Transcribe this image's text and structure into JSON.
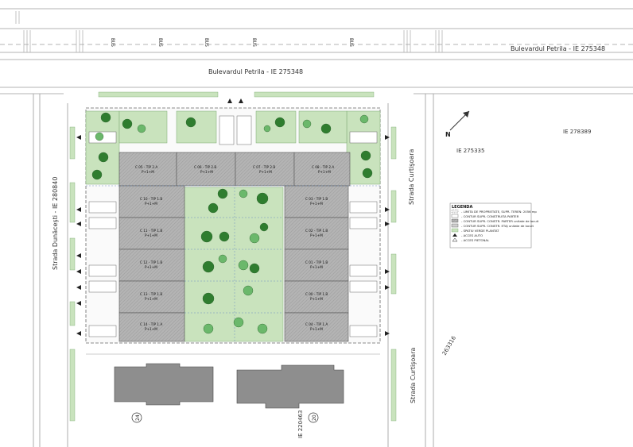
{
  "roads": {
    "bulevard_center": "Bulevardul Petrila - IE  275348",
    "bulevard_right": "Bulevardul Petrila - IE  275348",
    "strada_left": "Strada Dunăceşti - IE  280840",
    "strada_right_top": "Strada Curtişoara",
    "strada_right_bottom": "Strada Curtişoara"
  },
  "ie_labels": {
    "ie_278389": "IE  278389",
    "ie_275335": "IE  275335",
    "ie_263316": "263316",
    "ie_220463": "IE  220463"
  },
  "bus_labels": [
    "BUS",
    "BUS",
    "BUS",
    "BUS",
    "BUS"
  ],
  "circle_labels": [
    "24",
    "20"
  ],
  "units": [
    {
      "name": "C 05 - TIP 2.A",
      "sub": "P+1+M"
    },
    {
      "name": "C 06 - TIP 2.B",
      "sub": "P+1+M"
    },
    {
      "name": "C 07 - TIP 2.B",
      "sub": "P+1+M"
    },
    {
      "name": "C 08 - TIP 2.A",
      "sub": "P+1+M"
    },
    {
      "name": "C 10 - TIP 1.B",
      "sub": "P+1+M"
    },
    {
      "name": "C 11 - TIP 1.B",
      "sub": "P+1+M"
    },
    {
      "name": "C 12 - TIP 1.B",
      "sub": "P+1+M"
    },
    {
      "name": "C 13 - TIP 1.B",
      "sub": "P+1+M"
    },
    {
      "name": "C 14 - TIP 1.A",
      "sub": "P+1+M"
    },
    {
      "name": "C 03 - TIP 1.B",
      "sub": "P+1+M"
    },
    {
      "name": "C 02 - TIP 1.B",
      "sub": "P+1+M"
    },
    {
      "name": "C 01 - TIP 1.B",
      "sub": "P+1+M"
    },
    {
      "name": "C 00 - TIP 1.B",
      "sub": "P+1+M"
    },
    {
      "name": "C 04 - TIP 1.A",
      "sub": "P+1+M"
    }
  ],
  "legend": {
    "title": "LEGENDA",
    "items": [
      "- LIMITA DE PROPRIETATE, SUPR. TEREN: 2056 mp",
      "- CONTUR SUPR. CONSTRUITA PARTER",
      "- CONTUR SUPR. CONSTR. PARTER unitate de locuit",
      "- CONTUR SUPR. CONSTR. ETAJ unitate de locuit",
      "- SPATIU VERDE PLANTAT",
      "- ACCES AUTO",
      "- ACCES PIETONAL"
    ]
  },
  "colors": {
    "building": "#a9a9a9",
    "neighbor_building": "#8e8e8e",
    "green_area": "#c9e3bd",
    "tree_dark": "#2f7d2f",
    "tree_light": "#6bb86b",
    "road_line": "#9a9a9a"
  }
}
